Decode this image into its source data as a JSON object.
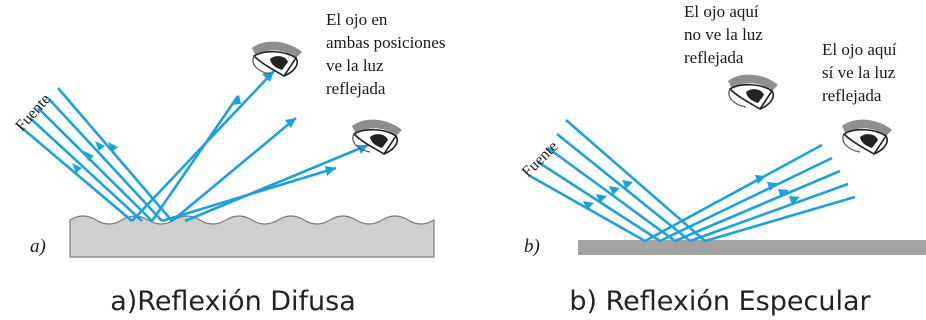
{
  "colors": {
    "ray": "#1da0dc",
    "surface_rough": "#cfcfcf",
    "surface_smooth": "#a3a3a3",
    "eye_shadow": "#8e8e8e"
  },
  "panel_a": {
    "tag": "a)",
    "source_label": "Fuente",
    "eye_label_lines": [
      "El ojo en",
      "ambas posiciones",
      "ve la luz",
      "reflejada"
    ],
    "caption": "a)Reflexión Difusa",
    "surface": "rough"
  },
  "panel_b": {
    "tag": "b)",
    "source_label": "Fuente",
    "eye_left_label_lines": [
      "El ojo aquí",
      "no ve la luz",
      "reflejada"
    ],
    "eye_right_label_lines": [
      "El ojo aquí",
      "sí ve la luz",
      "reflejada"
    ],
    "caption": "b) Reflexión Especular",
    "surface": "smooth"
  },
  "icons": [
    "eye-icon",
    "eye-icon",
    "eye-icon",
    "eye-icon"
  ]
}
